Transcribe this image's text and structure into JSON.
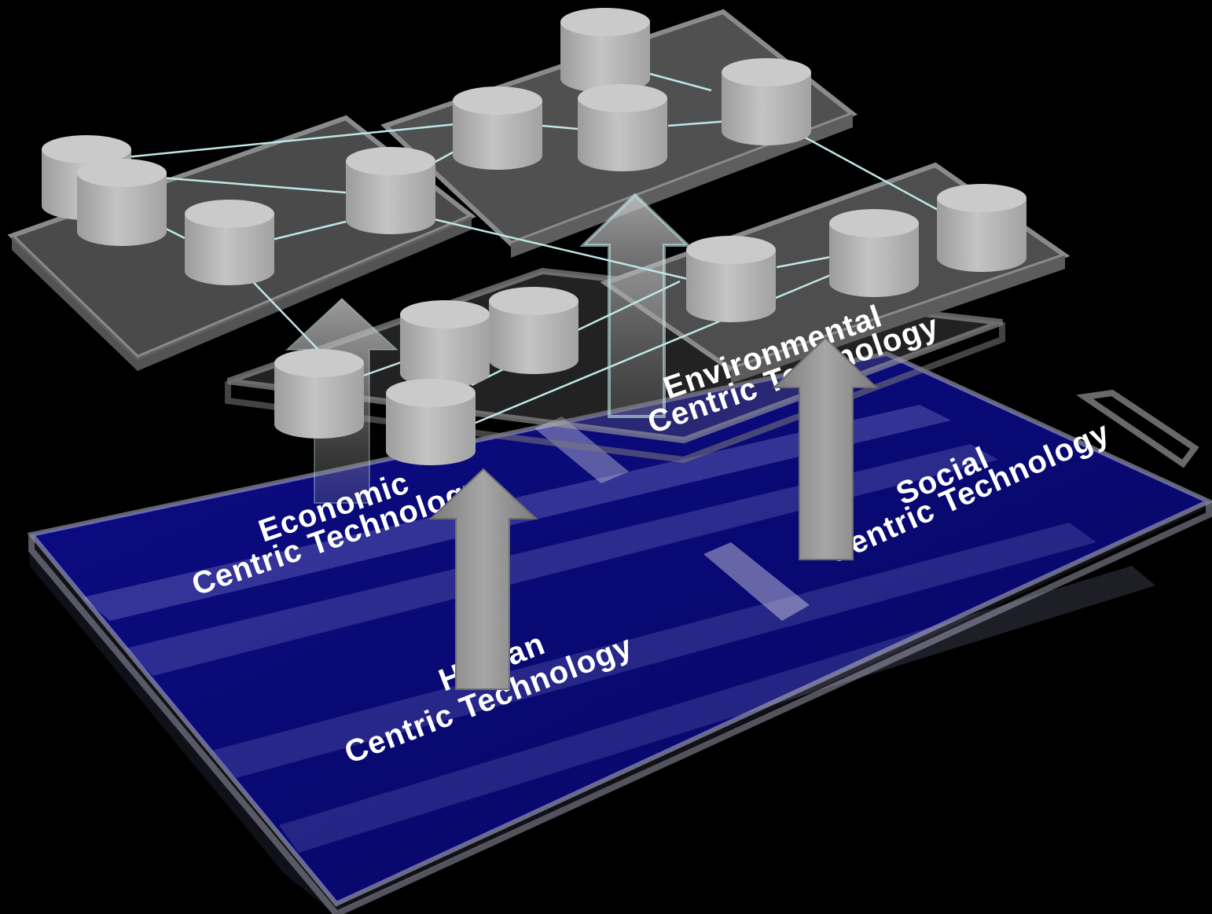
{
  "labels": {
    "human_line1": "Human",
    "human_line2": "Centric Technology",
    "economic_line1": "Economic",
    "economic_line2": "Centric Technology",
    "environmental_line1": "Environmental",
    "environmental_line2": "Centric Technology",
    "social_line1": "Social",
    "social_line2": "Centric Technology"
  },
  "colors": {
    "base_blue": "#0a0a7a",
    "glass": "#9a9a9a",
    "cylinder": "#b4b4b4",
    "link": "#bfe6e6",
    "arrow": "#8e8e8e"
  }
}
